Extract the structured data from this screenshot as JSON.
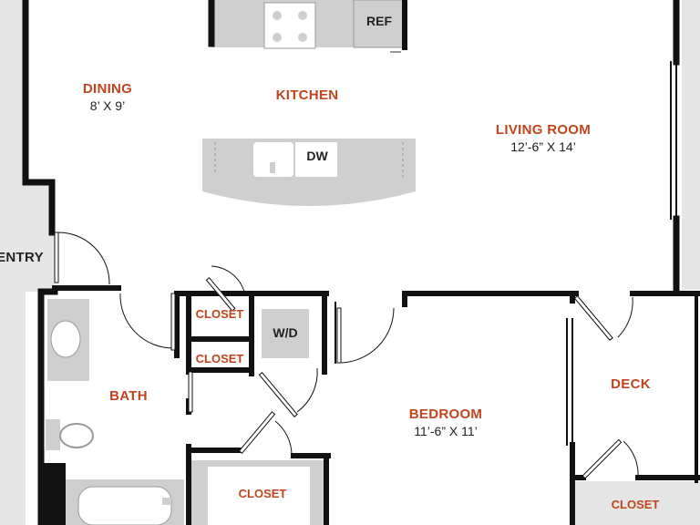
{
  "colors": {
    "wall": "#111111",
    "label": "#c0441c",
    "fixture": "#cfcfcf",
    "outside": "#e6e6e6",
    "text": "#222222"
  },
  "rooms": {
    "dining": {
      "name": "DINING",
      "dims": "8’ X 9’"
    },
    "kitchen": {
      "name": "KITCHEN"
    },
    "living": {
      "name": "LIVING ROOM",
      "dims": "12’-6” X 14’"
    },
    "bedroom": {
      "name": "BEDROOM",
      "dims": "11’-6” X 11’"
    },
    "bath": {
      "name": "BATH"
    },
    "deck": {
      "name": "DECK"
    },
    "entry": {
      "name": "ENTRY"
    }
  },
  "fixtures": {
    "ref": "REF",
    "dw": "DW",
    "wd": "W/D"
  },
  "closets": {
    "upper": "CLOSET",
    "lower": "CLOSET",
    "bedroom": "CLOSET",
    "deck": "CLOSET"
  }
}
